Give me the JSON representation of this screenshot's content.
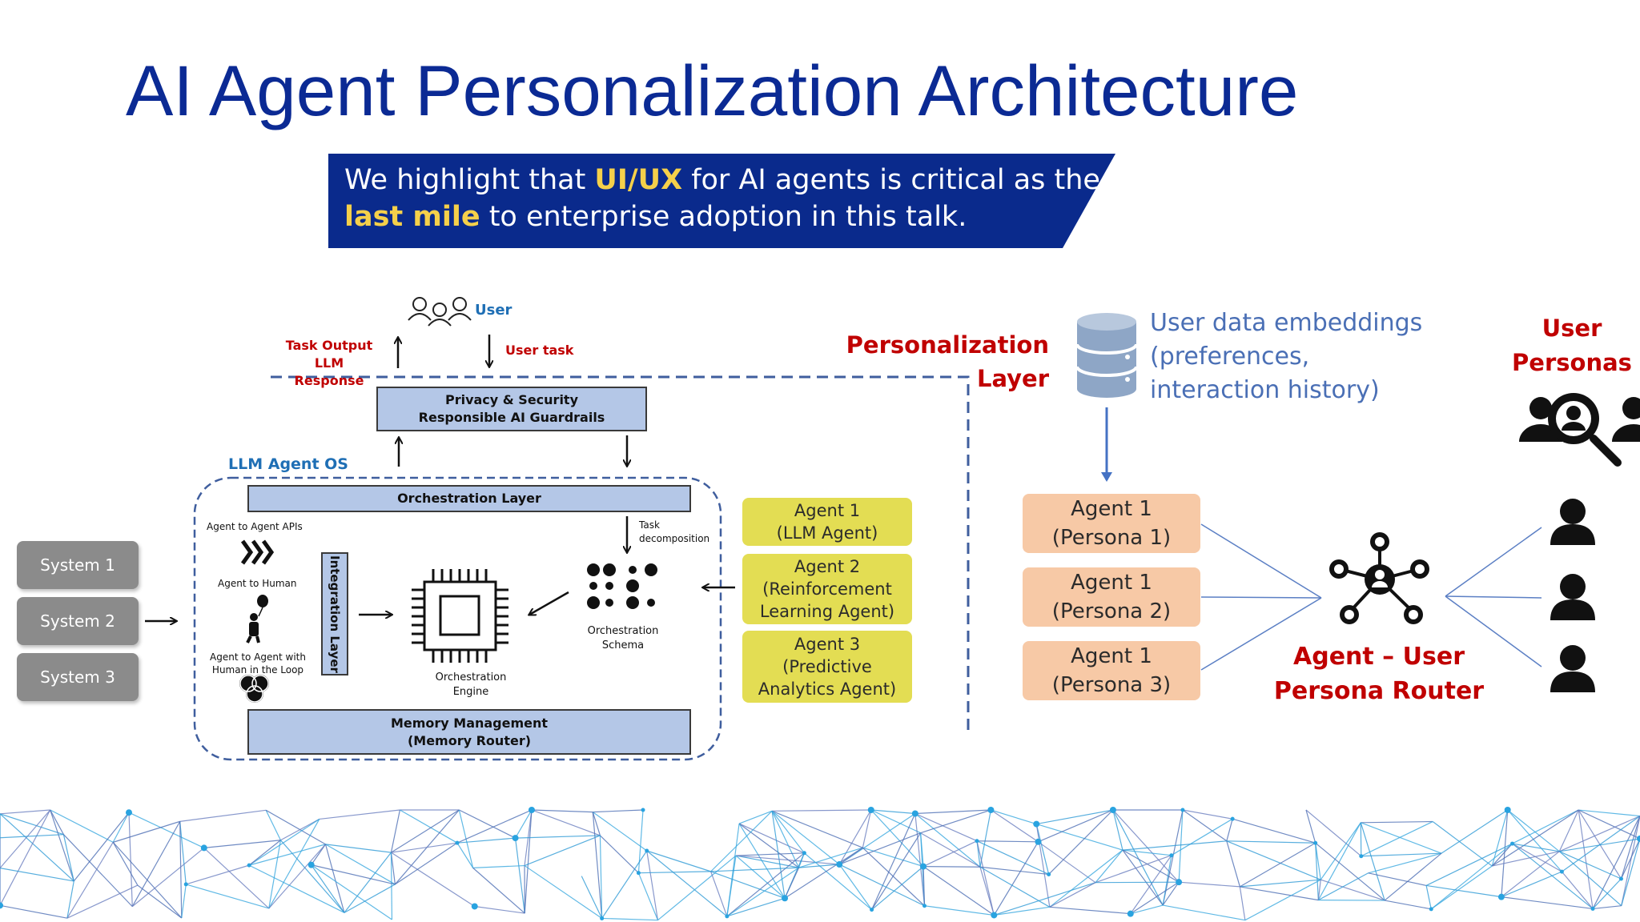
{
  "title": "AI Agent Personalization Architecture",
  "banner": {
    "line1_pre": "We highlight that ",
    "line1_hl": "UI/UX",
    "line1_post": " for AI agents is critical as the",
    "line2_hl": "last mile",
    "line2_post": " to enterprise adoption in this talk."
  },
  "user_label": "User",
  "task_output": [
    "Task Output",
    "LLM Response"
  ],
  "user_task": "User task",
  "privacy_box": [
    "Privacy & Security",
    "Responsible AI Guardrails"
  ],
  "llm_agent_os": "LLM Agent OS",
  "orchestration_layer": "Orchestration Layer",
  "task_decomposition": [
    "Task",
    "decomposition"
  ],
  "agent_to_agent": "Agent to Agent APIs",
  "agent_to_human": "Agent to Human",
  "agent_to_agent_human": [
    "Agent to Agent with",
    "Human in the Loop"
  ],
  "integration_layer": "Integration Layer",
  "orchestration_engine": [
    "Orchestration",
    "Engine"
  ],
  "orchestration_schema": [
    "Orchestration",
    "Schema"
  ],
  "memory_box": [
    "Memory Management",
    "(Memory Router)"
  ],
  "systems": [
    "System 1",
    "System 2",
    "System 3"
  ],
  "agents": [
    [
      "Agent 1",
      "(LLM Agent)"
    ],
    [
      "Agent 2",
      "(Reinforcement",
      "Learning Agent)"
    ],
    [
      "Agent 3",
      "(Predictive",
      "Analytics Agent)"
    ]
  ],
  "personalization_layer": [
    "Personalization",
    "Layer"
  ],
  "embeddings": [
    "User data embeddings",
    "(preferences,",
    "interaction history)"
  ],
  "persona_agents": [
    [
      "Agent 1",
      "(Persona 1)"
    ],
    [
      "Agent 1",
      "(Persona 2)"
    ],
    [
      "Agent 1",
      "(Persona 3)"
    ]
  ],
  "router_label": [
    "Agent – User",
    "Persona Router"
  ],
  "user_personas": [
    "User",
    "Personas"
  ],
  "colors": {
    "title": "#0b2a94",
    "banner_bg": "#0a2a8c",
    "highlight": "#f5d04a",
    "red": "#c00000",
    "blue": "#1f6fb5",
    "box_blue": "#b4c7e7",
    "agent_yellow": "#e3dd53",
    "agent_peach": "#f7c9a6",
    "system_gray": "#8b8b8b"
  },
  "icons": [
    "users-icon",
    "chevrons-icon",
    "person-balloon-icon",
    "venn-icon",
    "cpu-chip-icon",
    "dots-grid-icon",
    "database-icon",
    "persona-search-icon",
    "person-icon",
    "network-router-icon",
    "mesh-pattern"
  ]
}
